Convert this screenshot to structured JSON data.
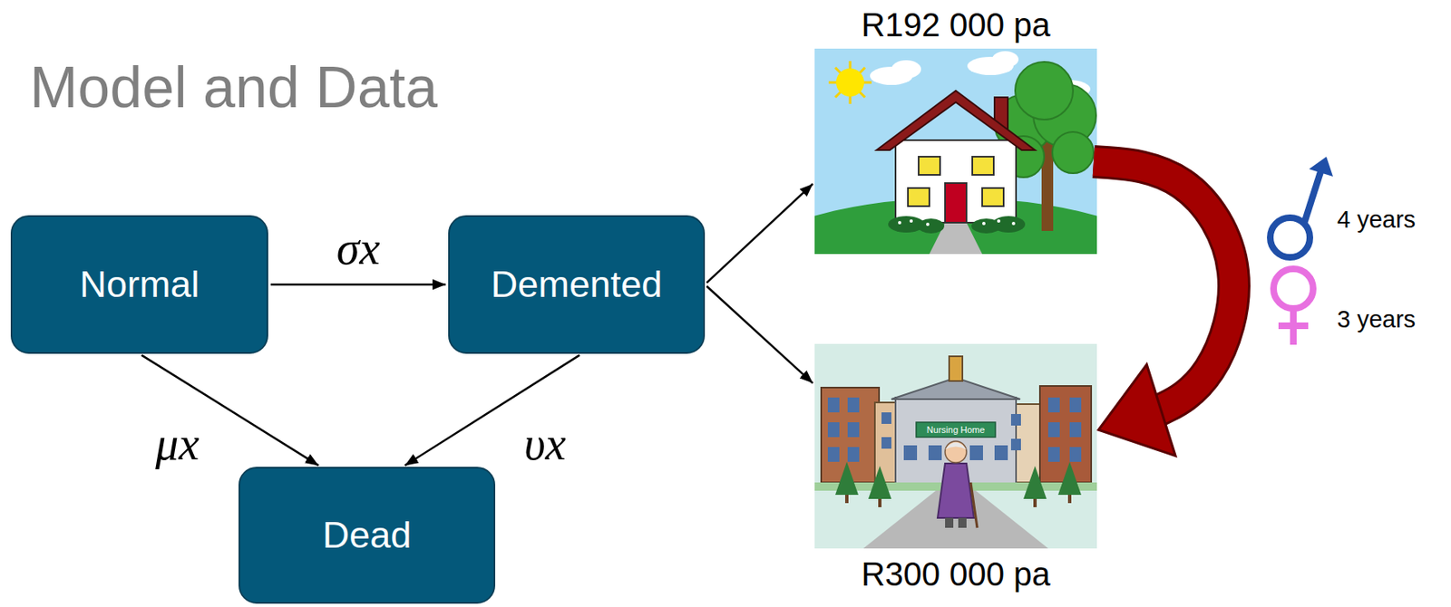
{
  "diagram": {
    "title": "Model and Data",
    "nodes": [
      {
        "text": [
          "Normal"
        ]
      },
      {
        "text": [
          "Demented"
        ]
      },
      {
        "text": [
          "R192 000 pa"
        ]
      },
      {
        "text": [
          "R300 000 pa"
        ]
      },
      {
        "text": [
          "Dead"
        ]
      }
    ],
    "edges": [
      {
        "from": 0,
        "to": 1,
        "arrow": "to",
        "label": "σx"
      },
      {
        "from": 0,
        "to": 4,
        "arrow": "to",
        "label": "μx"
      },
      {
        "from": 1,
        "to": 4,
        "arrow": "to",
        "label": "υx"
      },
      {
        "from": 1,
        "to": 2,
        "arrow": "to"
      },
      {
        "from": 1,
        "to": 3,
        "arrow": "to"
      },
      {
        "from": 2,
        "to": 3,
        "arrow": "to"
      }
    ],
    "labels": [
      "4 years",
      "3 years",
      "Nursing Home"
    ]
  }
}
